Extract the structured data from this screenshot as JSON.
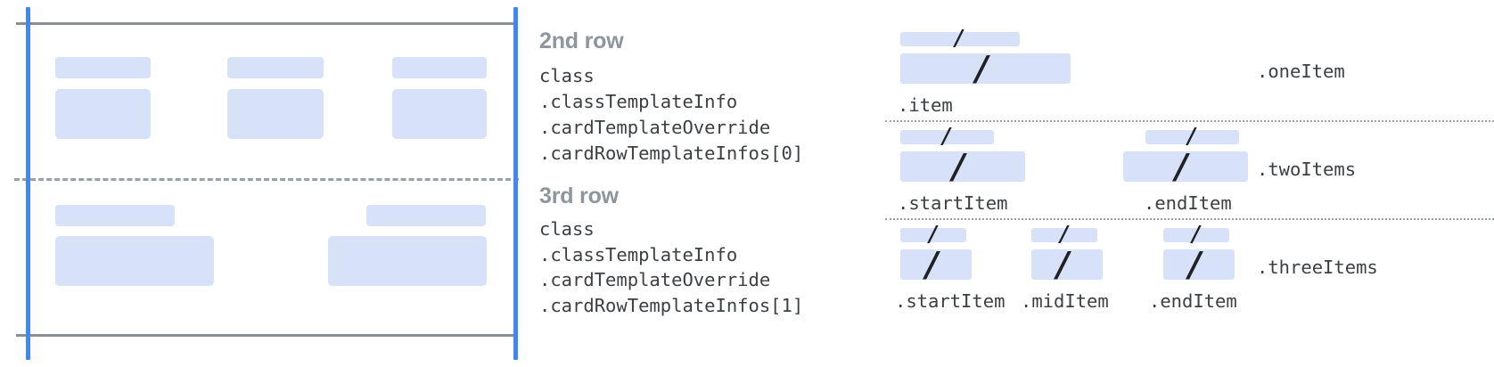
{
  "colors": {
    "block_fill": "#d7e1f8",
    "guide_blue": "#4285f4",
    "rule_gray": "#8a8f96",
    "heading_gray": "#8e959d",
    "mono_text": "#3c4043"
  },
  "left_diagram": {
    "name": "card-rows-template-diagram",
    "rows": [
      {
        "id": "row-2",
        "cells": [
          {
            "label_bar": true,
            "body_block": true
          },
          {
            "label_bar": true,
            "body_block": true
          },
          {
            "label_bar": true,
            "body_block": true
          }
        ]
      },
      {
        "id": "row-3",
        "cells": [
          {
            "label_bar": true,
            "body_block": true
          },
          {
            "label_bar": true,
            "body_block": true
          }
        ]
      }
    ]
  },
  "mid_column": {
    "groups": [
      {
        "heading": "2nd row",
        "lines": [
          "class",
          ".classTemplateInfo",
          ".cardTemplateOverride",
          ".cardRowTemplateInfos[0]"
        ]
      },
      {
        "heading": "3rd row",
        "lines": [
          "class",
          ".classTemplateInfo",
          ".cardTemplateOverride",
          ".cardRowTemplateInfos[1]"
        ]
      }
    ]
  },
  "right_column": {
    "groups": [
      {
        "side_label": ".oneItem",
        "items": [
          {
            "label": ".item",
            "slash": "/"
          }
        ]
      },
      {
        "side_label": ".twoItems",
        "items": [
          {
            "label": ".startItem",
            "slash": "/"
          },
          {
            "label": ".endItem",
            "slash": "/"
          }
        ]
      },
      {
        "side_label": ".threeItems",
        "items": [
          {
            "label": ".startItem",
            "slash": "/"
          },
          {
            "label": ".midItem",
            "slash": "/"
          },
          {
            "label": ".endItem",
            "slash": "/"
          }
        ]
      }
    ]
  }
}
